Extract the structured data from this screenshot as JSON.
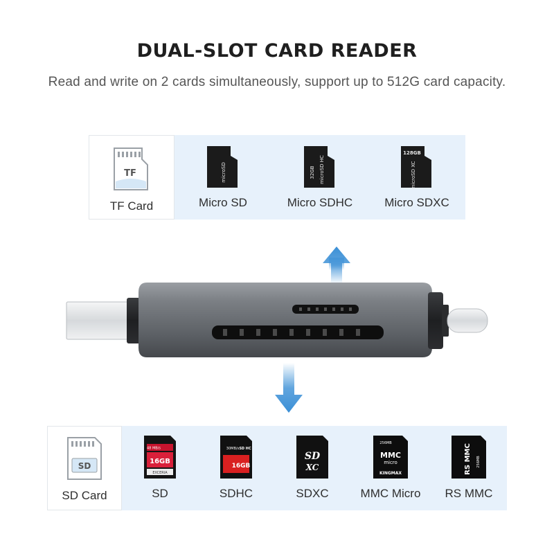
{
  "header": {
    "title": "DUAL-SLOT CARD READER",
    "subtitle": "Read and write on 2 cards simultaneously, support up to 512G card capacity."
  },
  "tf_strip": {
    "lead": {
      "label": "TF Card",
      "icon_text": "TF",
      "icon": "tf-card-outline-icon"
    },
    "cards": [
      {
        "label": "Micro SD",
        "icon": "microsd-card-icon"
      },
      {
        "label": "Micro SDHC",
        "icon": "microsdhc-card-icon",
        "print": "32GB"
      },
      {
        "label": "Micro SDXC",
        "icon": "microsdxc-card-icon",
        "print": "128GB"
      }
    ]
  },
  "sd_strip": {
    "lead": {
      "label": "SD Card",
      "icon_text": "SD",
      "icon": "sd-card-outline-icon"
    },
    "cards": [
      {
        "label": "SD",
        "icon": "sd-card-icon",
        "print": "16GB",
        "brand": "EXCERIA",
        "top": "48 MB/s"
      },
      {
        "label": "SDHC",
        "icon": "sdhc-card-icon",
        "print": "16GB",
        "top": "30MB/s"
      },
      {
        "label": "SDXC",
        "icon": "sdxc-card-icon",
        "print": "SD XC"
      },
      {
        "label": "MMC Micro",
        "icon": "mmc-micro-card-icon",
        "print": "MMC",
        "sub": "micro",
        "brand": "KINGMAX",
        "top": "256MB"
      },
      {
        "label": "RS MMC",
        "icon": "rs-mmc-card-icon",
        "print": "RS MMC",
        "top": "256MB"
      }
    ]
  },
  "colors": {
    "strip_bg": "#e7f1fb",
    "arrow": "#3a8fd6",
    "reader_body": "#6f7378",
    "connector": "#e4e6e8"
  }
}
